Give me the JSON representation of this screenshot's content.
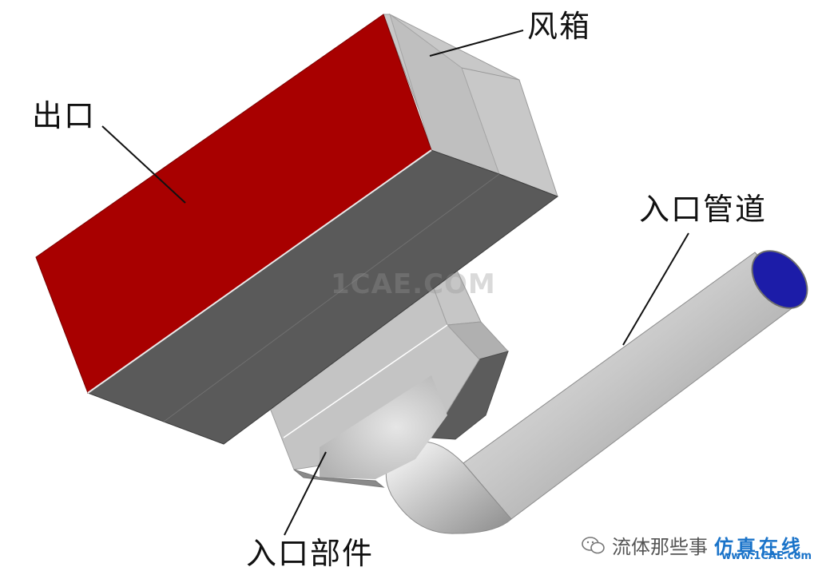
{
  "labels": {
    "windbox": "风箱",
    "outlet": "出口",
    "inlet_pipe": "入口管道",
    "inlet_part": "入口部件"
  },
  "watermark": "1CAE.COM",
  "footer": {
    "account": "流体那些事",
    "site_tag": "仿真在线",
    "site": "www.1CAE.com"
  },
  "colors": {
    "outlet_face": "#a80000",
    "box_light": "#c8c8c8",
    "box_mid": "#b4b4b4",
    "box_dark": "#5a5a5a",
    "pipe_end": "#1c1ca8",
    "brand_blue": "#1a73c9"
  }
}
